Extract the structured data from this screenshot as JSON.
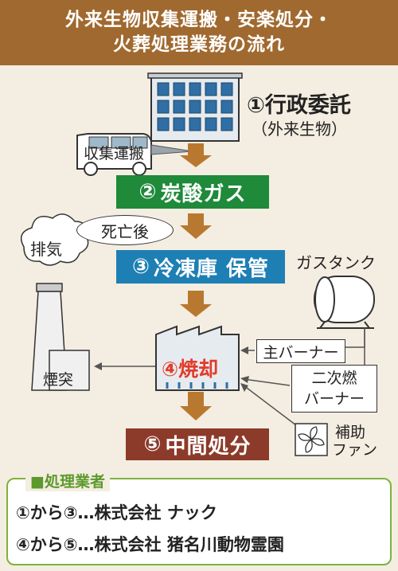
{
  "header": {
    "line1": "外来生物収集運搬・安楽処分・",
    "line2": "火葬処理業務の流れ"
  },
  "steps": {
    "s1": {
      "num": "①",
      "label": "行政委託",
      "sub": "（外来生物）"
    },
    "s2": {
      "num": "②",
      "label": "炭酸ガス"
    },
    "s3": {
      "num": "③",
      "label": "冷凍庫 保管"
    },
    "s4": {
      "num": "④",
      "label": "焼却"
    },
    "s5": {
      "num": "⑤",
      "label": "中間処分"
    }
  },
  "labels": {
    "truck": "収集運搬",
    "after_death": "死亡後",
    "exhaust": "排気",
    "chimney": "煙突",
    "gas_tank": "ガスタンク",
    "main_burner": "主バーナー",
    "secondary_burner_1": "二次燃",
    "secondary_burner_2": "バーナー",
    "aux_fan_1": "補助",
    "aux_fan_2": "ファン"
  },
  "operators": {
    "title": "■処理業者",
    "line1": "①から③…株式会社 ナック",
    "line2": "④から⑤…株式会社 猪名川動物霊園"
  },
  "colors": {
    "header": "#a0692f",
    "green": "#1e8a3a",
    "blue": "#1d7fb4",
    "brown": "#8c3a2a",
    "arrow": "#b9782f",
    "burn_text": "#e23b2a"
  }
}
